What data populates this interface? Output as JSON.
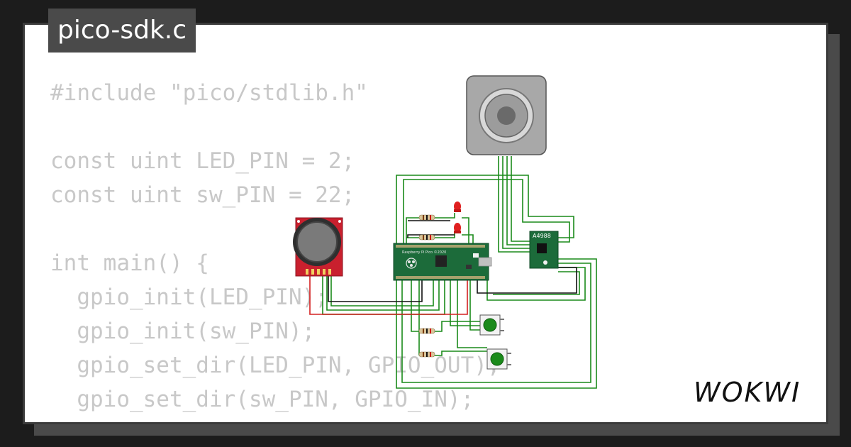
{
  "title": "pico-sdk.c",
  "code_lines": [
    "#include \"pico/stdlib.h\"",
    "",
    "const uint LED_PIN = 2;",
    "const uint sw_PIN = 22;",
    "",
    "int main() {",
    "  gpio_init(LED_PIN);",
    "  gpio_init(sw_PIN);",
    "  gpio_set_dir(LED_PIN, GPIO_OUT);",
    "  gpio_set_dir(sw_PIN, GPIO_IN);"
  ],
  "board_label": "Raspberry Pi Pico ©2020",
  "driver_label": "A4988",
  "brand": "WOKWI",
  "colors": {
    "background": "#1c1c1c",
    "card": "#ffffff",
    "tab": "#4a4a4a",
    "code_text": "#c8c8c8",
    "wire_green": "#1a8a1a",
    "wire_red": "#d42020",
    "pcb_green": "#1c6b3a",
    "joystick_red": "#c9202e"
  },
  "icons": [
    "stepper-motor-icon",
    "joystick-icon",
    "pico-board-icon",
    "a4988-driver-icon",
    "led-icon",
    "resistor-icon",
    "pushbutton-icon",
    "raspberry-logo-icon"
  ]
}
